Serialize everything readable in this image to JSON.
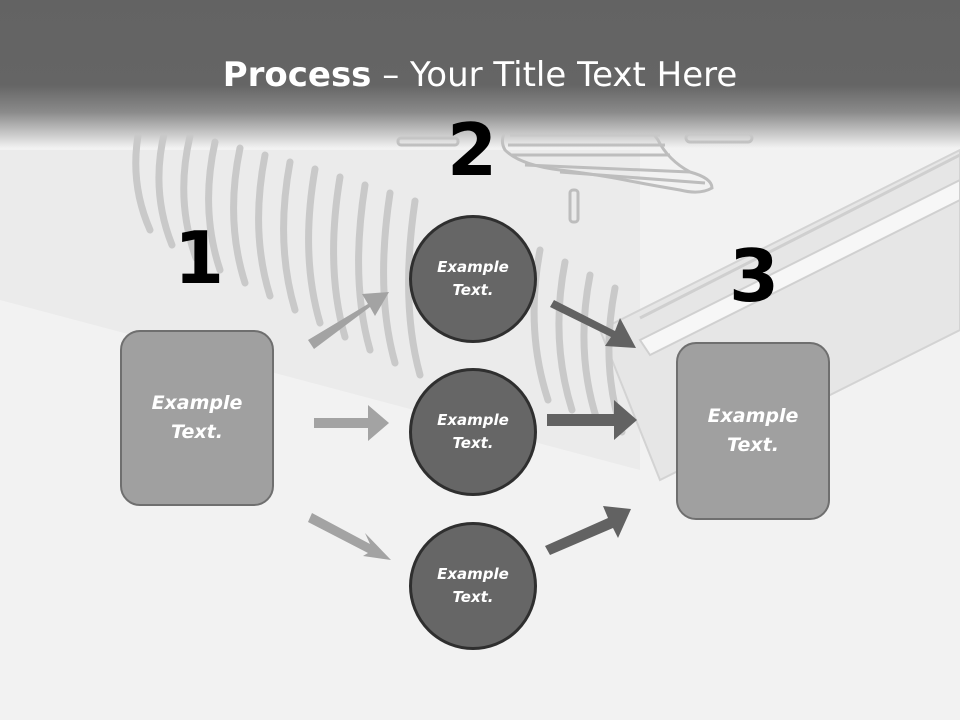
{
  "slide": {
    "title_bold": "Process",
    "title_rest": " – Your Title Text Here"
  },
  "steps": {
    "step1": {
      "number": "1",
      "text": "Example\nText."
    },
    "step2": {
      "number": "2",
      "items": [
        {
          "text": "Example\nText."
        },
        {
          "text": "Example\nText."
        },
        {
          "text": "Example\nText."
        }
      ]
    },
    "step3": {
      "number": "3",
      "text": "Example\nText."
    }
  },
  "colors": {
    "banner": "#656565",
    "box_fill": "#a0a0a0",
    "circle_fill": "#666666",
    "arrow_light": "#a3a3a3",
    "arrow_dark": "#626262"
  },
  "icons": {
    "background": "open-book-lightbulb-illustration"
  }
}
